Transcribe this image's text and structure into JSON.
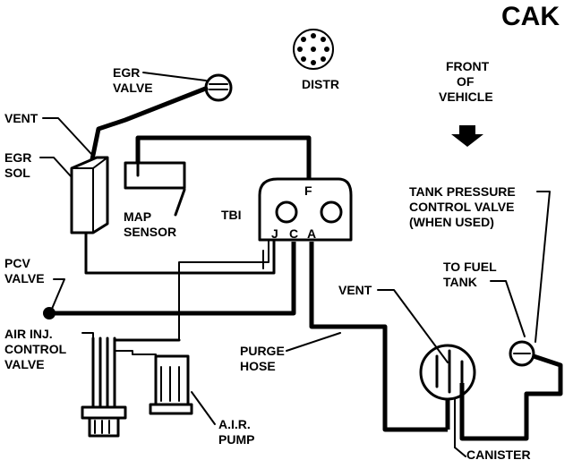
{
  "diagram": {
    "code": "CAK",
    "labels": {
      "egr_valve": [
        "EGR",
        "VALVE"
      ],
      "distr": "DISTR",
      "front_of_vehicle": [
        "FRONT",
        "OF",
        "VEHICLE"
      ],
      "vent_left": "VENT",
      "egr_sol": [
        "EGR",
        "SOL"
      ],
      "map_sensor": [
        "MAP",
        "SENSOR"
      ],
      "tbi": "TBI",
      "tbi_ports": {
        "f": "F",
        "j": "J",
        "c": "C",
        "a": "A"
      },
      "tank_pressure_valve": [
        "TANK PRESSURE",
        "CONTROL VALVE",
        "(WHEN USED)"
      ],
      "to_fuel_tank": [
        "TO FUEL",
        "TANK"
      ],
      "pcv_valve": [
        "PCV",
        "VALVE"
      ],
      "vent_right": "VENT",
      "air_inj_valve": [
        "AIR INJ.",
        "CONTROL",
        "VALVE"
      ],
      "purge_hose": [
        "PURGE",
        "HOSE"
      ],
      "air_pump": [
        "A.I.R.",
        "PUMP"
      ],
      "canister": "CANISTER"
    }
  }
}
